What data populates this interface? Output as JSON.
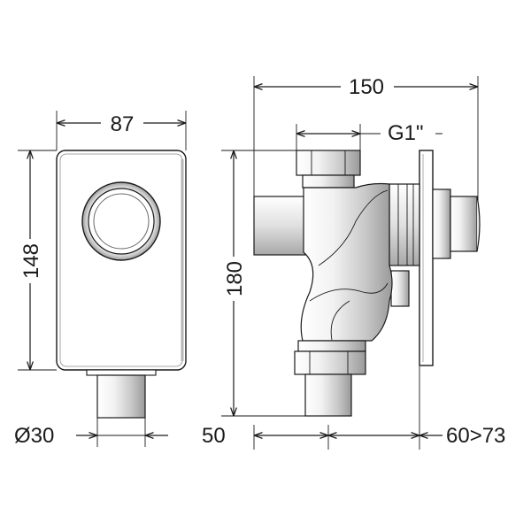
{
  "dimensions": {
    "front_width": "87",
    "front_height": "148",
    "outlet_diameter": "Ø30",
    "side_total_width": "150",
    "thread_size": "G1\"",
    "side_height": "180",
    "inlet_offset": "50",
    "wall_depth": "60>73"
  }
}
